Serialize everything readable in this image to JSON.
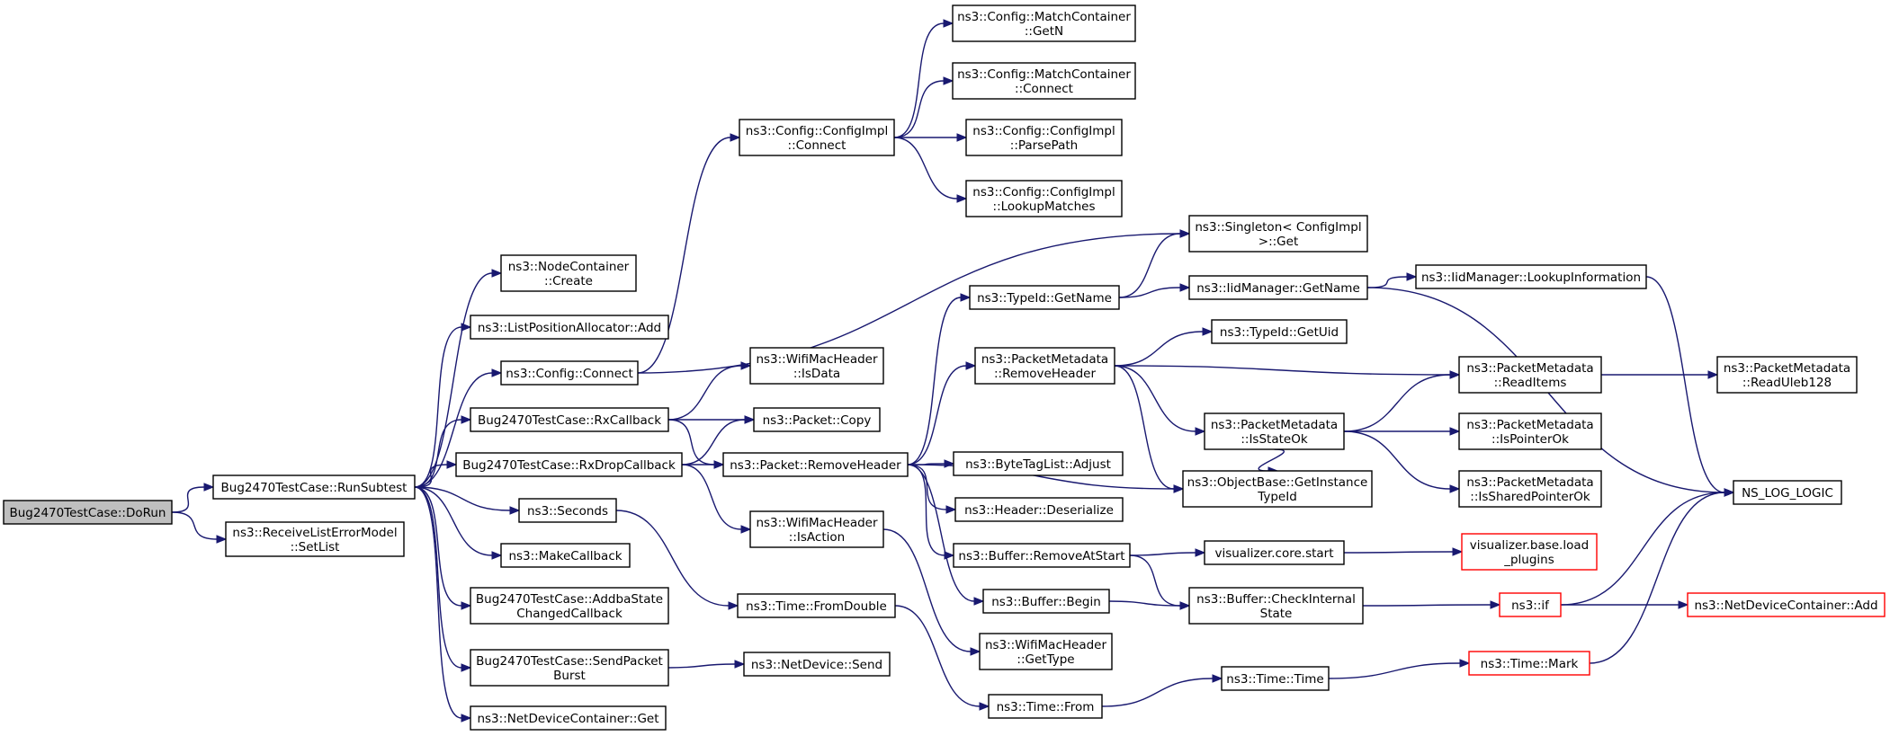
{
  "nodes": [
    {
      "id": "dorun",
      "lines": [
        "Bug2470TestCase::DoRun"
      ],
      "style": "root"
    },
    {
      "id": "runsub",
      "lines": [
        "Bug2470TestCase::RunSubtest"
      ]
    },
    {
      "id": "setlist",
      "lines": [
        "ns3::ReceiveListErrorModel",
        "::SetList"
      ]
    },
    {
      "id": "nccreate",
      "lines": [
        "ns3::NodeContainer",
        "::Create"
      ]
    },
    {
      "id": "lpaadd",
      "lines": [
        "ns3::ListPositionAllocator::Add"
      ]
    },
    {
      "id": "cfgconnect",
      "lines": [
        "ns3::Config::Connect"
      ]
    },
    {
      "id": "rxcb",
      "lines": [
        "Bug2470TestCase::RxCallback"
      ]
    },
    {
      "id": "rxdrop",
      "lines": [
        "Bug2470TestCase::RxDropCallback"
      ]
    },
    {
      "id": "seconds",
      "lines": [
        "ns3::Seconds"
      ]
    },
    {
      "id": "makecb",
      "lines": [
        "ns3::MakeCallback"
      ]
    },
    {
      "id": "addba",
      "lines": [
        "Bug2470TestCase::AddbaState",
        "ChangedCallback"
      ]
    },
    {
      "id": "sendburst",
      "lines": [
        "Bug2470TestCase::SendPacket",
        "Burst"
      ]
    },
    {
      "id": "ndcget",
      "lines": [
        "ns3::NetDeviceContainer::Get"
      ]
    },
    {
      "id": "implconnect",
      "lines": [
        "ns3::Config::ConfigImpl",
        "::Connect"
      ]
    },
    {
      "id": "mcgetn",
      "lines": [
        "ns3::Config::MatchContainer",
        "::GetN"
      ]
    },
    {
      "id": "mcconnect",
      "lines": [
        "ns3::Config::MatchContainer",
        "::Connect"
      ]
    },
    {
      "id": "parsepath",
      "lines": [
        "ns3::Config::ConfigImpl",
        "::ParsePath"
      ]
    },
    {
      "id": "lookup",
      "lines": [
        "ns3::Config::ConfigImpl",
        "::LookupMatches"
      ]
    },
    {
      "id": "isdata",
      "lines": [
        "ns3::WifiMacHeader",
        "::IsData"
      ]
    },
    {
      "id": "pcopy",
      "lines": [
        "ns3::Packet::Copy"
      ]
    },
    {
      "id": "premove",
      "lines": [
        "ns3::Packet::RemoveHeader"
      ]
    },
    {
      "id": "isaction",
      "lines": [
        "ns3::WifiMacHeader",
        "::IsAction"
      ]
    },
    {
      "id": "fromdouble",
      "lines": [
        "ns3::Time::FromDouble"
      ]
    },
    {
      "id": "ndsend",
      "lines": [
        "ns3::NetDevice::Send"
      ]
    },
    {
      "id": "singleton",
      "lines": [
        "ns3::Singleton< ConfigImpl",
        ">::Get"
      ]
    },
    {
      "id": "tidgetname",
      "lines": [
        "ns3::TypeId::GetName"
      ]
    },
    {
      "id": "pmremove",
      "lines": [
        "ns3::PacketMetadata",
        "::RemoveHeader"
      ]
    },
    {
      "id": "btladjust",
      "lines": [
        "ns3::ByteTagList::Adjust"
      ]
    },
    {
      "id": "hdeser",
      "lines": [
        "ns3::Header::Deserialize"
      ]
    },
    {
      "id": "bremove",
      "lines": [
        "ns3::Buffer::RemoveAtStart"
      ]
    },
    {
      "id": "bbegin",
      "lines": [
        "ns3::Buffer::Begin"
      ]
    },
    {
      "id": "gettype",
      "lines": [
        "ns3::WifiMacHeader",
        "::GetType"
      ]
    },
    {
      "id": "tfrom",
      "lines": [
        "ns3::Time::From"
      ]
    },
    {
      "id": "iidgetname",
      "lines": [
        "ns3::IidManager::GetName"
      ]
    },
    {
      "id": "tidgetuid",
      "lines": [
        "ns3::TypeId::GetUid"
      ]
    },
    {
      "id": "pmisstate",
      "lines": [
        "ns3::PacketMetadata",
        "::IsStateOk"
      ]
    },
    {
      "id": "obgetinst",
      "lines": [
        "ns3::ObjectBase::GetInstance",
        "TypeId"
      ]
    },
    {
      "id": "vcstart",
      "lines": [
        "visualizer.core.start"
      ]
    },
    {
      "id": "bcheck",
      "lines": [
        "ns3::Buffer::CheckInternal",
        "State"
      ]
    },
    {
      "id": "ttime",
      "lines": [
        "ns3::Time::Time"
      ]
    },
    {
      "id": "iidlookup",
      "lines": [
        "ns3::IidManager::LookupInformation"
      ]
    },
    {
      "id": "pmread",
      "lines": [
        "ns3::PacketMetadata",
        "::ReadItems"
      ]
    },
    {
      "id": "pmisptr",
      "lines": [
        "ns3::PacketMetadata",
        "::IsPointerOk"
      ]
    },
    {
      "id": "pmisshared",
      "lines": [
        "ns3::PacketMetadata",
        "::IsSharedPointerOk"
      ]
    },
    {
      "id": "vbload",
      "lines": [
        "visualizer.base.load",
        "_plugins"
      ],
      "style": "red"
    },
    {
      "id": "nsif",
      "lines": [
        "ns3::if"
      ],
      "style": "red"
    },
    {
      "id": "tmark",
      "lines": [
        "ns3::Time::Mark"
      ],
      "style": "red"
    },
    {
      "id": "pmuleb",
      "lines": [
        "ns3::PacketMetadata",
        "::ReadUleb128"
      ]
    },
    {
      "id": "nslog",
      "lines": [
        "NS_LOG_LOGIC"
      ]
    },
    {
      "id": "ndcadd",
      "lines": [
        "ns3::NetDeviceContainer::Add"
      ],
      "style": "red"
    }
  ],
  "edges": [
    [
      "dorun",
      "runsub"
    ],
    [
      "dorun",
      "setlist"
    ],
    [
      "runsub",
      "nccreate"
    ],
    [
      "runsub",
      "lpaadd"
    ],
    [
      "runsub",
      "cfgconnect"
    ],
    [
      "runsub",
      "rxcb"
    ],
    [
      "runsub",
      "rxdrop"
    ],
    [
      "runsub",
      "seconds"
    ],
    [
      "runsub",
      "makecb"
    ],
    [
      "runsub",
      "addba"
    ],
    [
      "runsub",
      "sendburst"
    ],
    [
      "runsub",
      "ndcget"
    ],
    [
      "cfgconnect",
      "implconnect"
    ],
    [
      "cfgconnect",
      "singleton"
    ],
    [
      "implconnect",
      "mcgetn"
    ],
    [
      "implconnect",
      "mcconnect"
    ],
    [
      "implconnect",
      "parsepath"
    ],
    [
      "implconnect",
      "lookup"
    ],
    [
      "rxcb",
      "isdata"
    ],
    [
      "rxcb",
      "pcopy"
    ],
    [
      "rxcb",
      "premove"
    ],
    [
      "rxdrop",
      "pcopy"
    ],
    [
      "rxdrop",
      "premove"
    ],
    [
      "rxdrop",
      "isaction"
    ],
    [
      "seconds",
      "fromdouble"
    ],
    [
      "sendburst",
      "ndsend"
    ],
    [
      "premove",
      "tidgetname"
    ],
    [
      "premove",
      "pmremove"
    ],
    [
      "premove",
      "btladjust"
    ],
    [
      "premove",
      "hdeser"
    ],
    [
      "premove",
      "bremove"
    ],
    [
      "premove",
      "bbegin"
    ],
    [
      "premove",
      "obgetinst"
    ],
    [
      "isaction",
      "gettype"
    ],
    [
      "fromdouble",
      "tfrom"
    ],
    [
      "tidgetname",
      "singleton"
    ],
    [
      "tidgetname",
      "iidgetname"
    ],
    [
      "pmremove",
      "tidgetuid"
    ],
    [
      "pmremove",
      "pmread"
    ],
    [
      "pmremove",
      "pmisstate"
    ],
    [
      "pmremove",
      "obgetinst"
    ],
    [
      "bremove",
      "vcstart"
    ],
    [
      "bremove",
      "bcheck"
    ],
    [
      "bbegin",
      "bcheck"
    ],
    [
      "tfrom",
      "ttime"
    ],
    [
      "iidgetname",
      "iidlookup"
    ],
    [
      "iidgetname",
      "nslog"
    ],
    [
      "pmisstate",
      "pmread"
    ],
    [
      "pmisstate",
      "pmisptr"
    ],
    [
      "pmisstate",
      "pmisshared"
    ],
    [
      "pmisstate",
      "obgetinst"
    ],
    [
      "vcstart",
      "vbload"
    ],
    [
      "bcheck",
      "nsif"
    ],
    [
      "ttime",
      "tmark"
    ],
    [
      "iidlookup",
      "nslog"
    ],
    [
      "pmread",
      "pmuleb"
    ],
    [
      "nsif",
      "nslog"
    ],
    [
      "nsif",
      "ndcadd"
    ],
    [
      "tmark",
      "nslog"
    ]
  ]
}
